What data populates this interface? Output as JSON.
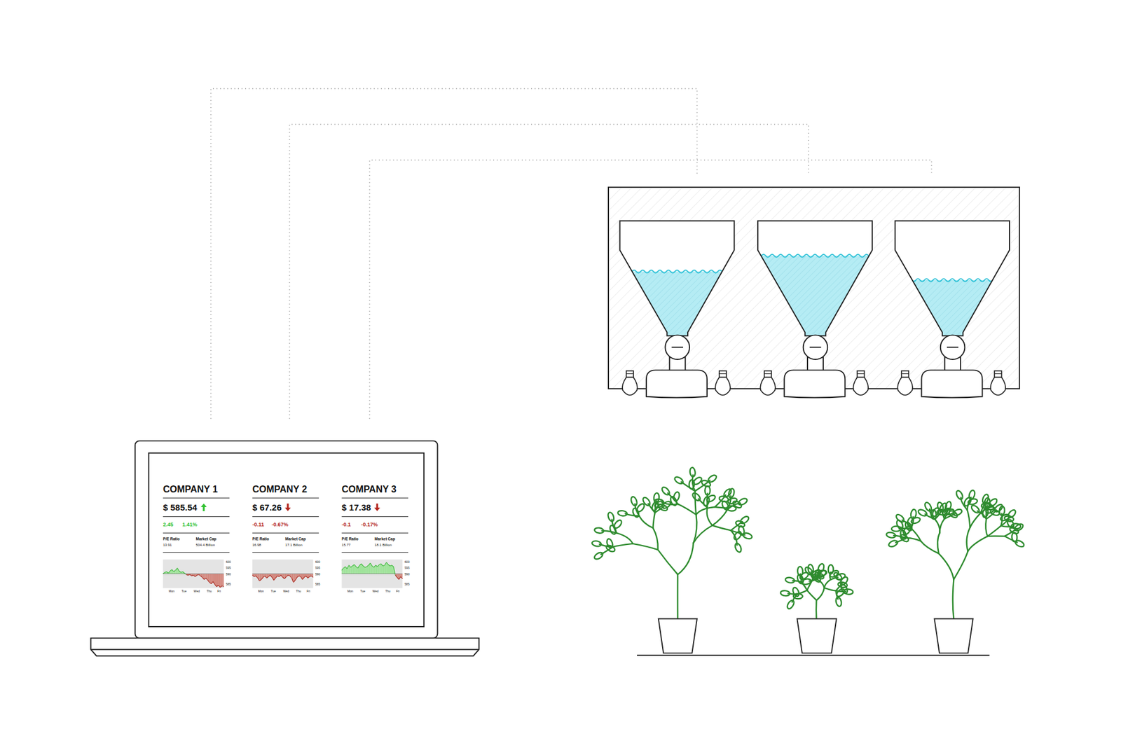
{
  "diagram": {
    "labels": [
      "COMPANY 1",
      "$ 585.54",
      "2.45",
      "1.41%",
      "P/E Ratio",
      "Market Cap",
      "13.91",
      "504.4 Billion",
      "600",
      "595",
      "590",
      "585",
      "Mon",
      "Tue",
      "Wed",
      "Thu",
      "Fri",
      "COMPANY 2",
      "$ 67.26",
      "-0.11",
      "-0.67%",
      "P/E Ratio",
      "Market Cap",
      "16.98",
      "17.1 Billion",
      "600",
      "595",
      "590",
      "585",
      "Mon",
      "Tue",
      "Wed",
      "Thu",
      "Fri",
      "COMPANY 3",
      "$ 17.38",
      "-0.1",
      "-0.17%",
      "P/E Ratio",
      "Market Cap",
      "15.77",
      "18.1 Billion",
      "600",
      "595",
      "590",
      "585",
      "Mon",
      "Tue",
      "Wed",
      "Thu",
      "Fri"
    ]
  }
}
